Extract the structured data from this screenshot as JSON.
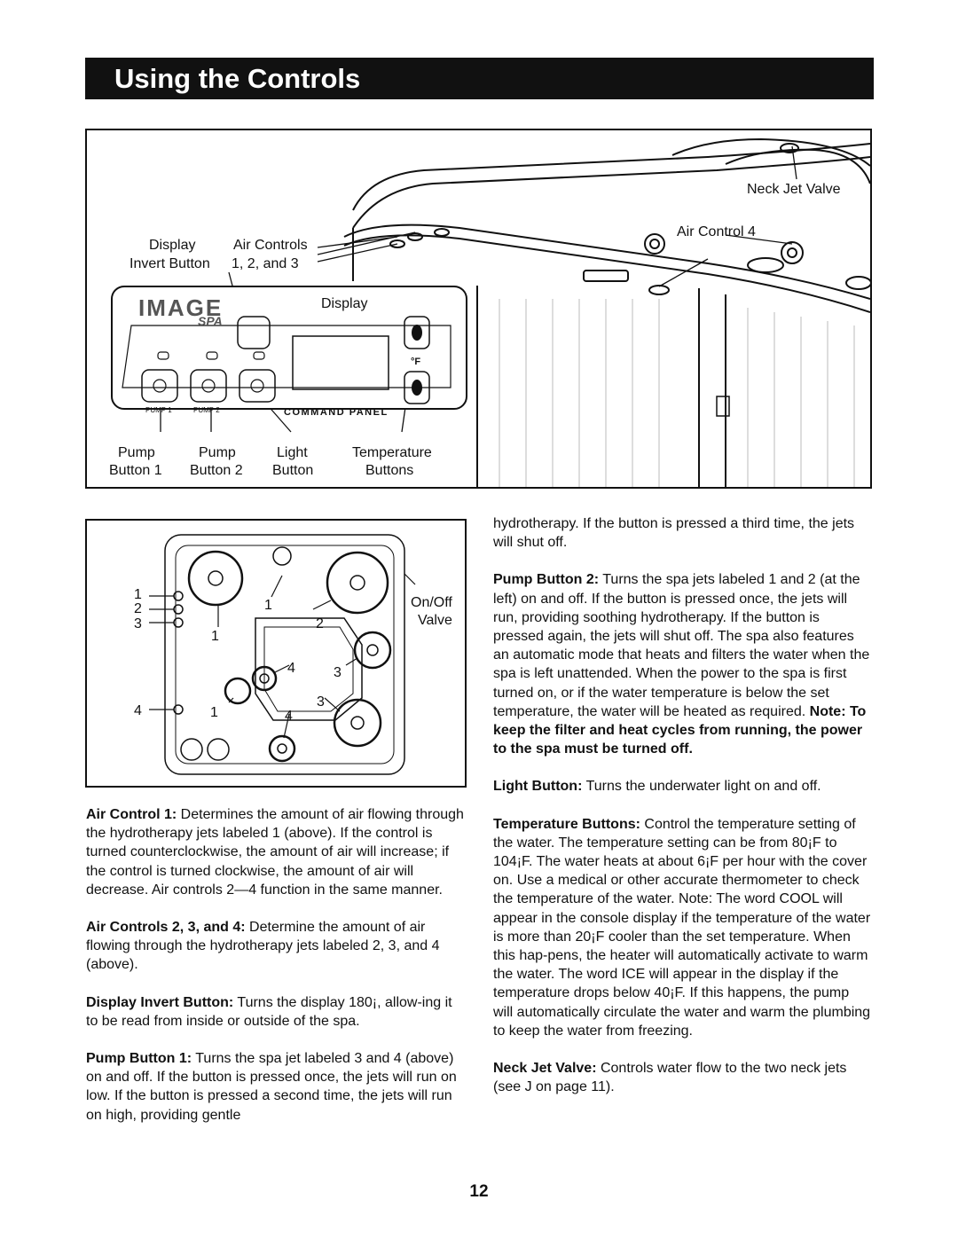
{
  "header": {
    "title": "Using the Controls"
  },
  "figure_top": {
    "labels": {
      "neck_jet_valve": "Neck Jet Valve",
      "air_control_4": "Air Control 4",
      "display_invert_line1": "Display",
      "display_invert_line2": "Invert Button",
      "air_controls_line1": "Air Controls",
      "air_controls_line2": "1, 2, and 3",
      "display": "Display",
      "pump1_line1": "Pump",
      "pump1_line2": "Button 1",
      "pump2_line1": "Pump",
      "pump2_line2": "Button 2",
      "light_line1": "Light",
      "light_line2": "Button",
      "temp_line1": "Temperature",
      "temp_line2": "Buttons"
    },
    "panel": {
      "logo": "IMAGE",
      "logo_sub": "SPA",
      "pump1_text": "PUMP 1",
      "pump2_text": "PUMP 2",
      "command_panel": "COMMAND PANEL",
      "temp_unit": "°F"
    }
  },
  "figure_bottom": {
    "side_numbers": [
      "1",
      "2",
      "3",
      "4"
    ],
    "jet_numbers": [
      "1",
      "2",
      "1",
      "4",
      "3",
      "1",
      "4",
      "3"
    ],
    "on_off_line1": "On/Off",
    "on_off_line2": "Valve"
  },
  "left_column": {
    "air_control_1_title": "Air Control 1:",
    "air_control_1_text": " Determines the amount of air flowing through the hydrotherapy jets labeled 1 (above). If the control is turned counterclockwise, the amount of air will increase; if the control is turned clockwise, the amount of air will decrease. Air controls 2—4 function in the same manner.",
    "air_controls_234_title": "Air Controls 2, 3, and 4:",
    "air_controls_234_text": " Determine the amount of air flowing through the hydrotherapy jets labeled 2, 3, and 4 (above).",
    "display_invert_title": "Display Invert Button:",
    "display_invert_text": " Turns the display 180¡, allow-ing it to be read from inside or outside of the spa.",
    "pump_button_1_title": "Pump Button 1:",
    "pump_button_1_text": " Turns the spa jet labeled 3 and 4 (above) on and off. If the button is pressed once, the jets will run on low. If the button is pressed a second time, the jets will run on high, providing gentle"
  },
  "right_column": {
    "pump1_continued": "hydrotherapy. If the button is pressed a third time, the jets will shut off.",
    "pump_button_2_title": "Pump Button 2:",
    "pump_button_2_text": " Turns the spa jets labeled 1 and 2 (at the left) on and off. If the button is pressed once, the jets will run, providing soothing hydrotherapy. If the button is pressed again, the jets will shut off. The spa also features an automatic mode that heats and filters the water when the spa is left unattended. When the power to the spa is first turned on, or if the water temperature is below the set temperature, the water will be heated as required. ",
    "pump_button_2_note": "Note: To keep the filter and heat cycles from running, the power to the spa must be turned off.",
    "light_button_title": "Light Button:",
    "light_button_text": " Turns the underwater light on and off.",
    "temperature_buttons_title": "Temperature Buttons:",
    "temperature_buttons_text": " Control the temperature setting of the water. The temperature setting can be from 80¡F to 104¡F. The water heats at about 6¡F per hour with the cover on. Use a medical or other accurate thermometer to check the temperature of the water. Note: The word  COOL  will appear in the console display if the temperature of the water is more than 20¡F cooler than the set temperature. When this hap-pens, the heater will automatically activate to warm the water. The word  ICE  will appear in the display if the temperature drops below 40¡F. If this happens, the pump will automatically circulate the water and warm the plumbing to keep the water from freezing.",
    "neck_jet_valve_title": "Neck Jet Valve:",
    "neck_jet_valve_text": " Controls water flow to the two neck jets (see J on page 11)."
  },
  "footer": {
    "page_number": "12"
  }
}
